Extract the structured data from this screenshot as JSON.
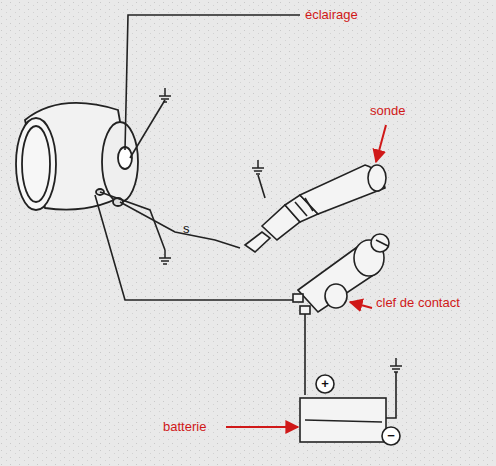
{
  "diagram": {
    "labels": [
      "éclairage",
      "sonde",
      "s",
      "clef de contact",
      "batterie",
      "+",
      "−"
    ]
  }
}
